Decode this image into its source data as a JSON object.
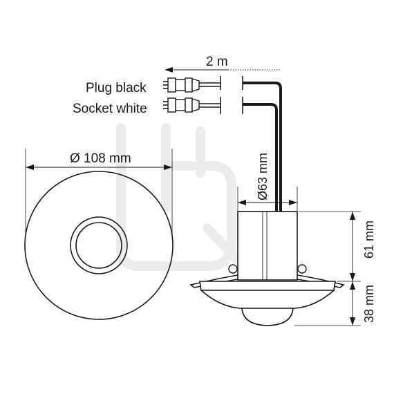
{
  "labels": {
    "cable_length": "2 m",
    "plug": "Plug black",
    "socket": "Socket white",
    "outer_diameter": "Ø 108 mm",
    "housing_diameter": "Ø63 mm",
    "housing_height": "61 mm",
    "flange_height": "38 mm"
  },
  "colors": {
    "line": "#1a1a1a",
    "plug_body": "#ffffff",
    "watermark": "#ececec"
  }
}
